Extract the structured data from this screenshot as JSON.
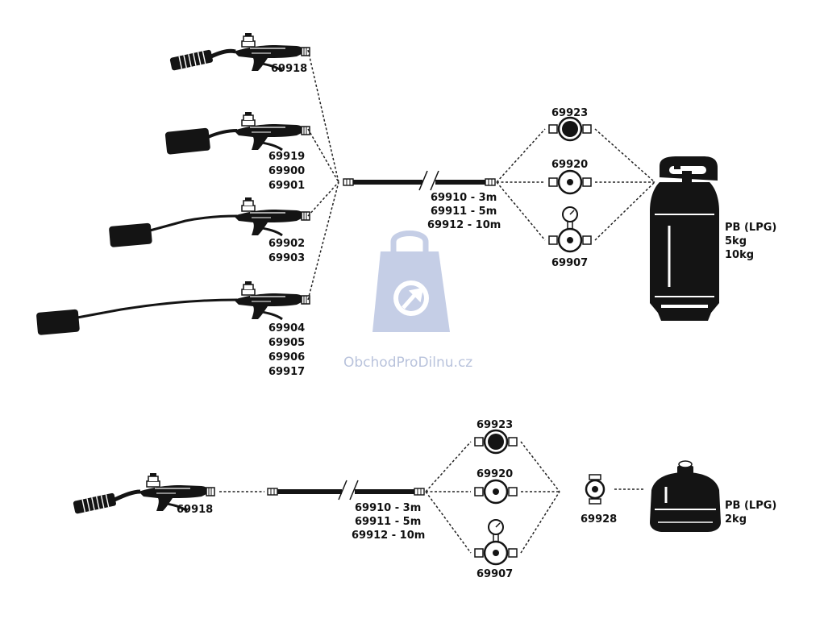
{
  "colors": {
    "ink": "#141414",
    "watermark": "#c5cee6"
  },
  "watermark": {
    "text": "ObchodProDilnu.cz",
    "icon": "shopping-bag-wrench-icon"
  },
  "top_assembly": {
    "torches": [
      {
        "labels": [
          "69918"
        ]
      },
      {
        "labels": [
          "69919",
          "69900",
          "69901"
        ]
      },
      {
        "labels": [
          "69902",
          "69903"
        ]
      },
      {
        "labels": [
          "69904",
          "69905",
          "69906",
          "69917"
        ]
      }
    ],
    "hose_labels": [
      "69910 - 3m",
      "69911 - 5m",
      "69912 - 10m"
    ],
    "regulators": [
      {
        "label": "69923"
      },
      {
        "label": "69920"
      },
      {
        "label": "69907"
      }
    ],
    "cylinder_labels": [
      "PB (LPG)",
      "5kg",
      "10kg"
    ]
  },
  "bottom_assembly": {
    "torch_label": "69918",
    "hose_labels": [
      "69910 - 3m",
      "69911 - 5m",
      "69912 - 10m"
    ],
    "regulators": [
      {
        "label": "69923"
      },
      {
        "label": "69920"
      },
      {
        "label": "69907"
      }
    ],
    "adapter_label": "69928",
    "cylinder_labels": [
      "PB (LPG)",
      "2kg"
    ]
  }
}
